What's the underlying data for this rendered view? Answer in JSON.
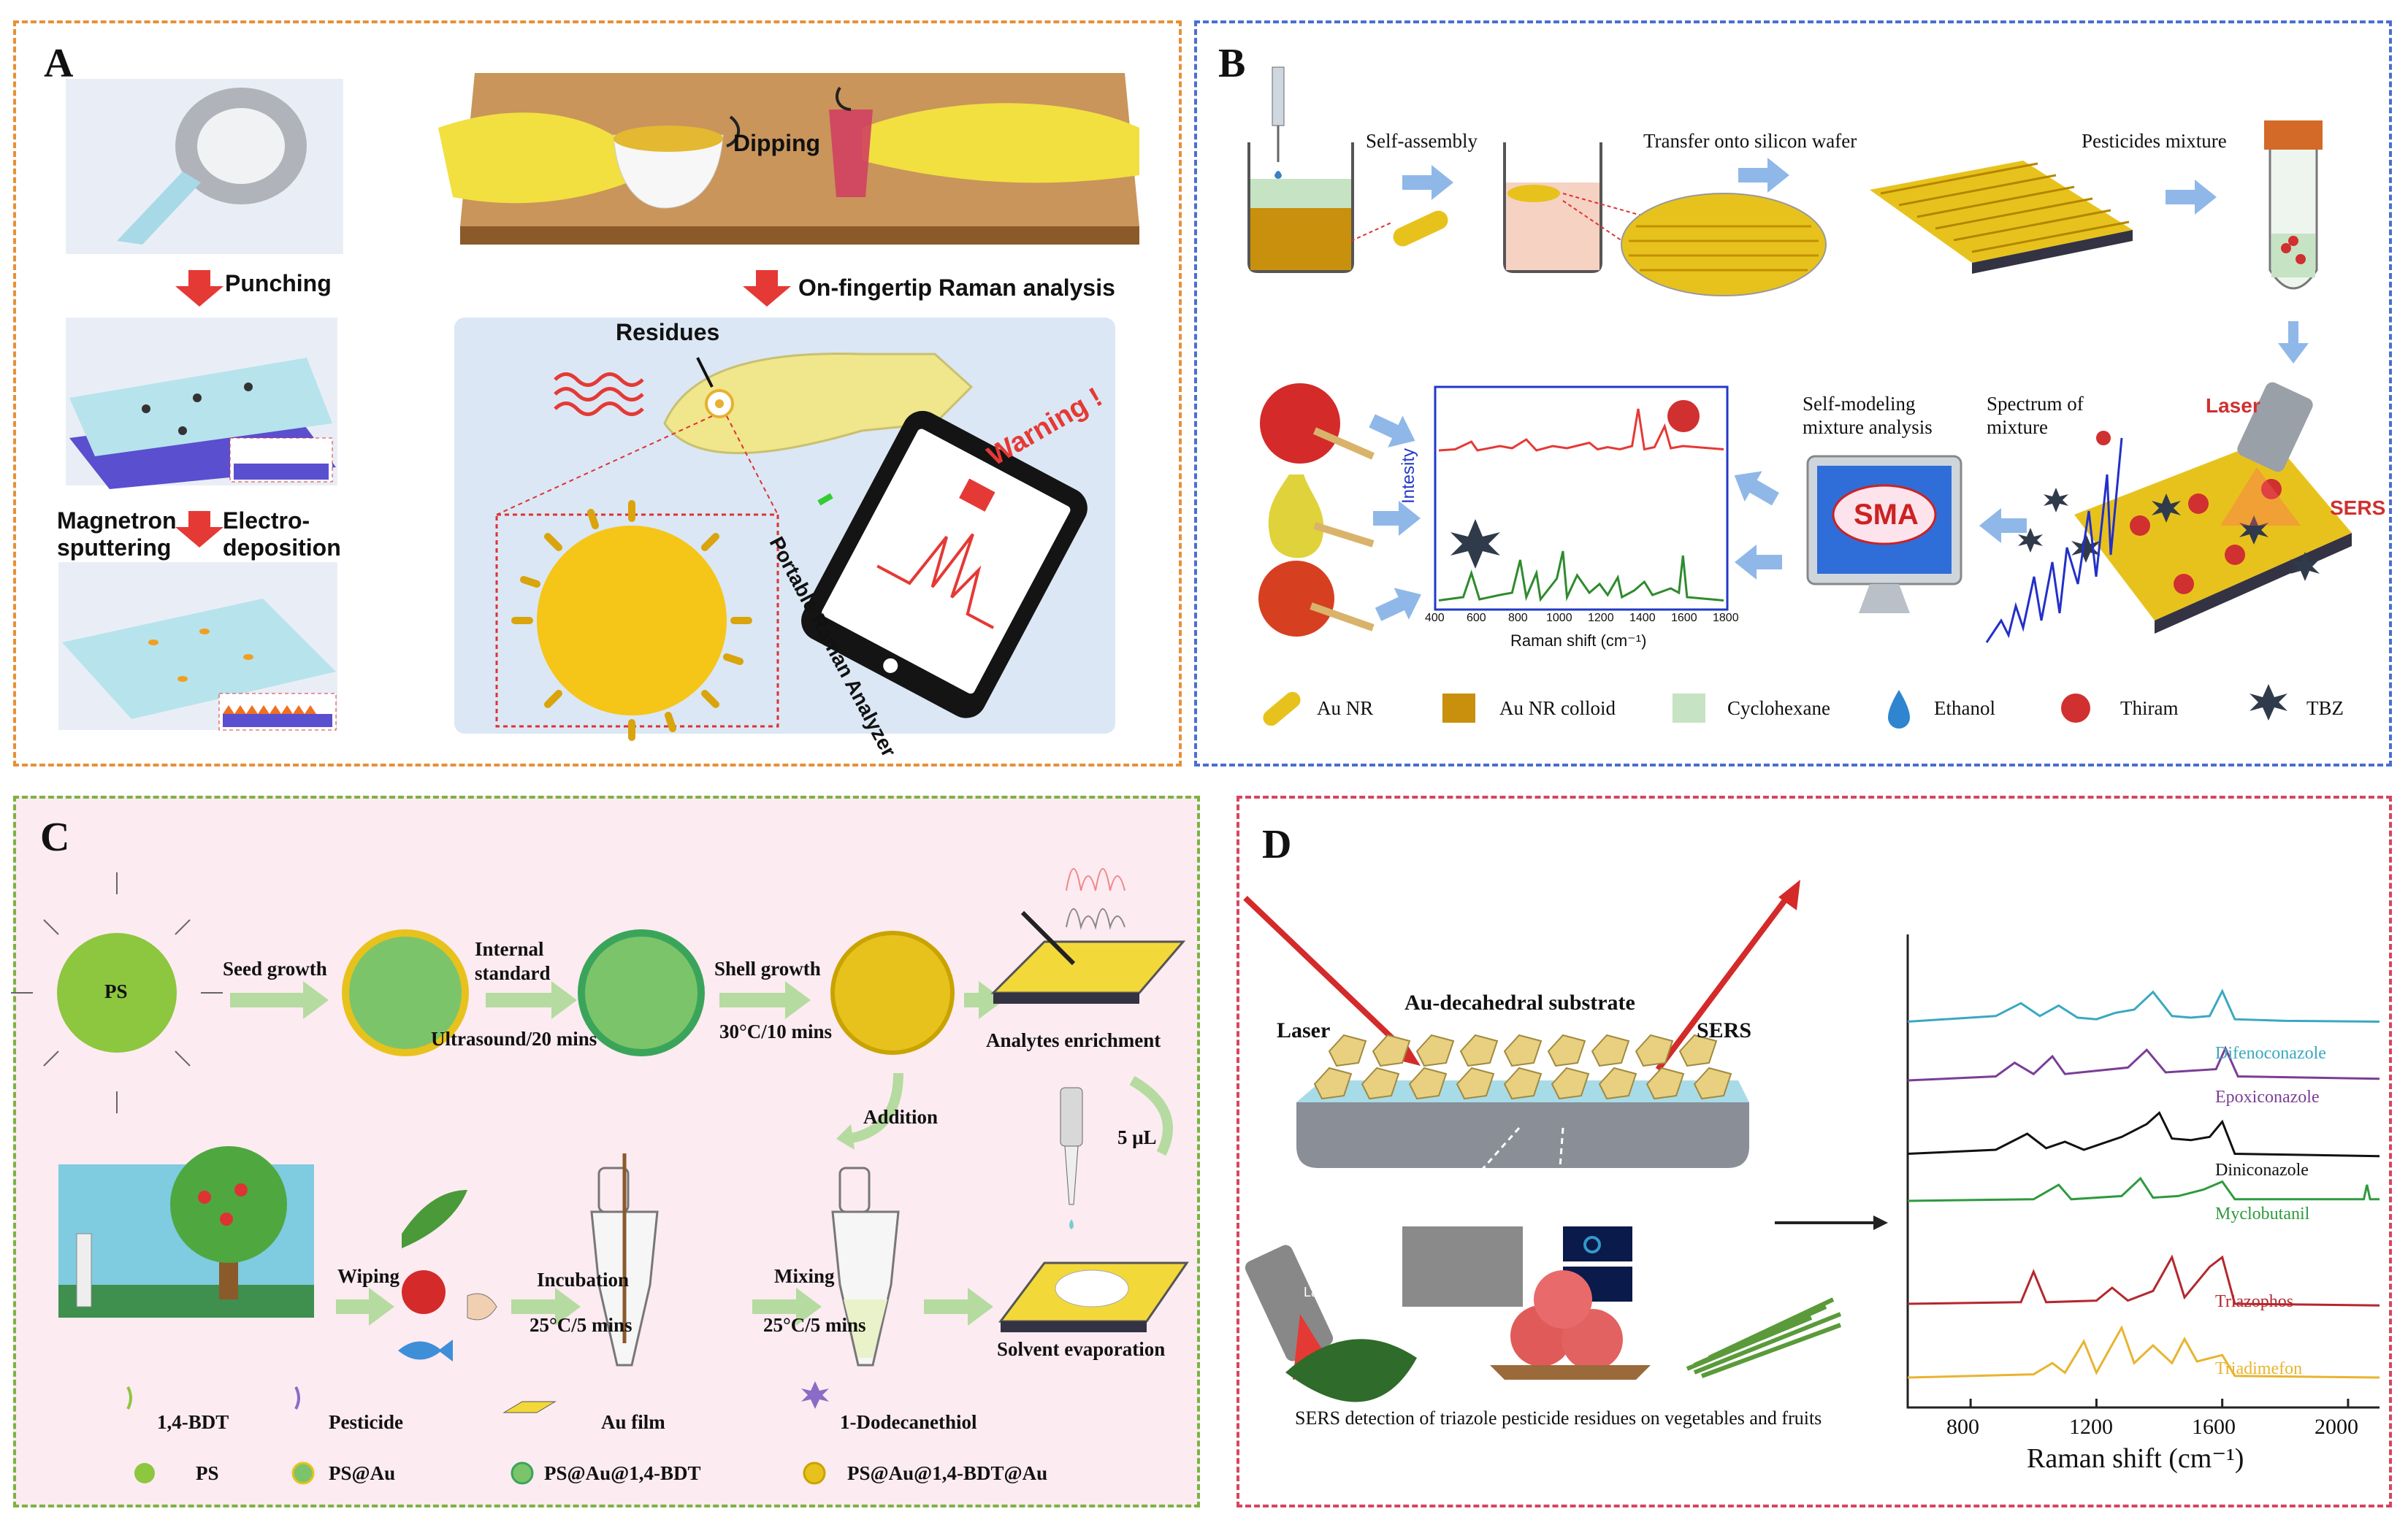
{
  "colors": {
    "panel_a_border": "#e69138",
    "panel_b_border": "#4a6fd1",
    "panel_c_border": "#7cb342",
    "panel_d_border": "#d64560",
    "gold": "#e8c21c",
    "red_arrow": "#e53935",
    "light_blue_arrow": "#8fb8e8",
    "light_green_arrow": "#b5dba0"
  },
  "panel_a": {
    "label": "A",
    "punching": "Punching",
    "magnetron": "Magnetron",
    "sputtering": "sputtering",
    "electro": "Electro-",
    "deposition": "deposition",
    "dipping": "Dipping",
    "on_fingertip": "On-fingertip Raman analysis",
    "residues": "Residues",
    "warning": "Warning !",
    "portable": "Portable Raman Analyzer"
  },
  "panel_b": {
    "label": "B",
    "self_assembly": "Self-assembly",
    "transfer": "Transfer onto silicon wafer",
    "pesticides_mixture": "Pesticides mixture",
    "laser": "Laser",
    "sers": "SERS",
    "self_modeling_1": "Self-modeling",
    "self_modeling_2": "mixture analysis",
    "spectrum_of_1": "Spectrum of",
    "spectrum_of_2": "mixture",
    "sma": "SMA",
    "y_label": "Intesity",
    "x_label": "Raman shift (cm⁻¹)",
    "x_ticks": [
      "400",
      "600",
      "800",
      "1000",
      "1200",
      "1400",
      "1600",
      "1800"
    ],
    "legend": [
      {
        "name": "Au NR",
        "icon": "rod-icon"
      },
      {
        "name": "Au NR colloid",
        "icon": "square-icon"
      },
      {
        "name": "Cyclohexane",
        "icon": "square-icon"
      },
      {
        "name": "Ethanol",
        "icon": "drop-icon"
      },
      {
        "name": "Thiram",
        "icon": "sphere-icon"
      },
      {
        "name": "TBZ",
        "icon": "star-icon"
      }
    ]
  },
  "panel_c": {
    "label": "C",
    "ps": "PS",
    "seed_growth": "Seed growth",
    "internal_1": "Internal",
    "internal_2": "standard",
    "ultrasound": "Ultrasound/20 mins",
    "shell_growth": "Shell growth",
    "shell_cond": "30°C/10 mins",
    "analytes": "Analytes enrichment",
    "addition": "Addition",
    "five_ul": "5 μL",
    "wiping": "Wiping",
    "incubation": "Incubation",
    "incubation_cond": "25°C/5 mins",
    "mixing": "Mixing",
    "mixing_cond": "25°C/5 mins",
    "solvent": "Solvent evaporation",
    "legend": [
      "1,4-BDT",
      "Pesticide",
      "Au film",
      "1-Dodecanethiol",
      "PS",
      "PS@Au",
      "PS@Au@1,4-BDT",
      "PS@Au@1,4-BDT@Au"
    ]
  },
  "panel_d": {
    "label": "D",
    "laser": "Laser",
    "substrate": "Au-decahedral substrate",
    "sers": "SERS",
    "laser_device": "Laser",
    "caption": "SERS detection of triazole pesticide residues on vegetables and fruits",
    "x_label": "Raman shift (cm⁻¹)",
    "x_ticks": [
      "800",
      "1200",
      "1600",
      "2000"
    ]
  },
  "chart_data": [
    {
      "type": "line",
      "panel": "B",
      "xlabel": "Raman shift (cm⁻¹)",
      "ylabel": "Intesity",
      "xlim": [
        400,
        1800
      ],
      "x_ticks": [
        400,
        600,
        800,
        1000,
        1200,
        1400,
        1600,
        1800
      ],
      "series": [
        {
          "color": "#e53935",
          "points": [
            [
              400,
              0.62
            ],
            [
              480,
              0.63
            ],
            [
              560,
              0.7
            ],
            [
              590,
              0.62
            ],
            [
              700,
              0.66
            ],
            [
              760,
              0.64
            ],
            [
              830,
              0.72
            ],
            [
              880,
              0.62
            ],
            [
              960,
              0.66
            ],
            [
              1030,
              0.64
            ],
            [
              1140,
              0.69
            ],
            [
              1180,
              0.63
            ],
            [
              1230,
              0.65
            ],
            [
              1290,
              0.63
            ],
            [
              1350,
              0.66
            ],
            [
              1380,
              1.0
            ],
            [
              1410,
              0.63
            ],
            [
              1460,
              0.65
            ],
            [
              1510,
              0.84
            ],
            [
              1540,
              0.64
            ],
            [
              1600,
              0.66
            ],
            [
              1800,
              0.63
            ]
          ]
        },
        {
          "color": "#2e8b2e",
          "points": [
            [
              400,
              0.05
            ],
            [
              520,
              0.08
            ],
            [
              560,
              0.3
            ],
            [
              600,
              0.06
            ],
            [
              700,
              0.1
            ],
            [
              760,
              0.12
            ],
            [
              800,
              0.42
            ],
            [
              830,
              0.08
            ],
            [
              880,
              0.3
            ],
            [
              900,
              0.06
            ],
            [
              980,
              0.25
            ],
            [
              1010,
              0.5
            ],
            [
              1030,
              0.08
            ],
            [
              1080,
              0.28
            ],
            [
              1140,
              0.12
            ],
            [
              1190,
              0.2
            ],
            [
              1230,
              0.1
            ],
            [
              1280,
              0.26
            ],
            [
              1300,
              0.08
            ],
            [
              1360,
              0.14
            ],
            [
              1410,
              0.22
            ],
            [
              1450,
              0.1
            ],
            [
              1540,
              0.16
            ],
            [
              1580,
              0.12
            ],
            [
              1600,
              0.46
            ],
            [
              1620,
              0.08
            ],
            [
              1800,
              0.05
            ]
          ]
        }
      ]
    },
    {
      "type": "line",
      "panel": "D",
      "xlabel": "Raman shift (cm⁻¹)",
      "xlim": [
        600,
        2100
      ],
      "x_ticks": [
        800,
        1200,
        1600,
        2000
      ],
      "series": [
        {
          "name": "Difenoconazole",
          "color": "#3aa8c1",
          "points": [
            [
              600,
              0.55
            ],
            [
              880,
              0.62
            ],
            [
              960,
              0.78
            ],
            [
              1020,
              0.62
            ],
            [
              1080,
              0.75
            ],
            [
              1140,
              0.6
            ],
            [
              1200,
              0.58
            ],
            [
              1260,
              0.66
            ],
            [
              1320,
              0.7
            ],
            [
              1380,
              0.92
            ],
            [
              1440,
              0.62
            ],
            [
              1500,
              0.6
            ],
            [
              1560,
              0.62
            ],
            [
              1600,
              0.93
            ],
            [
              1640,
              0.58
            ],
            [
              1800,
              0.56
            ],
            [
              2100,
              0.55
            ]
          ]
        },
        {
          "name": "Epoxiconazole",
          "color": "#7a3e96",
          "points": [
            [
              600,
              0.5
            ],
            [
              880,
              0.55
            ],
            [
              940,
              0.72
            ],
            [
              1000,
              0.58
            ],
            [
              1060,
              0.8
            ],
            [
              1100,
              0.58
            ],
            [
              1200,
              0.62
            ],
            [
              1300,
              0.66
            ],
            [
              1360,
              0.88
            ],
            [
              1420,
              0.6
            ],
            [
              1500,
              0.62
            ],
            [
              1580,
              0.64
            ],
            [
              1610,
              0.9
            ],
            [
              1650,
              0.55
            ],
            [
              2100,
              0.52
            ]
          ]
        },
        {
          "name": "Diniconazole",
          "color": "#111111",
          "points": [
            [
              600,
              0.45
            ],
            [
              880,
              0.5
            ],
            [
              980,
              0.7
            ],
            [
              1040,
              0.52
            ],
            [
              1100,
              0.6
            ],
            [
              1160,
              0.5
            ],
            [
              1220,
              0.58
            ],
            [
              1280,
              0.66
            ],
            [
              1360,
              0.82
            ],
            [
              1400,
              0.96
            ],
            [
              1440,
              0.64
            ],
            [
              1500,
              0.62
            ],
            [
              1560,
              0.66
            ],
            [
              1600,
              0.85
            ],
            [
              1640,
              0.45
            ],
            [
              2100,
              0.42
            ]
          ]
        },
        {
          "name": "Myclobutanil",
          "color": "#2e9a3e",
          "points": [
            [
              600,
              0.5
            ],
            [
              1000,
              0.52
            ],
            [
              1080,
              0.7
            ],
            [
              1120,
              0.52
            ],
            [
              1280,
              0.56
            ],
            [
              1340,
              0.78
            ],
            [
              1380,
              0.54
            ],
            [
              1460,
              0.56
            ],
            [
              1540,
              0.64
            ],
            [
              1600,
              0.74
            ],
            [
              1640,
              0.52
            ],
            [
              2050,
              0.52
            ],
            [
              2060,
              0.7
            ],
            [
              2070,
              0.52
            ],
            [
              2100,
              0.52
            ]
          ]
        },
        {
          "name": "Triazophos",
          "color": "#b3282e",
          "points": [
            [
              600,
              0.4
            ],
            [
              960,
              0.42
            ],
            [
              1000,
              0.8
            ],
            [
              1040,
              0.42
            ],
            [
              1200,
              0.44
            ],
            [
              1250,
              0.6
            ],
            [
              1300,
              0.44
            ],
            [
              1380,
              0.56
            ],
            [
              1440,
              0.98
            ],
            [
              1480,
              0.48
            ],
            [
              1560,
              0.86
            ],
            [
              1600,
              0.98
            ],
            [
              1640,
              0.4
            ],
            [
              2100,
              0.38
            ]
          ]
        },
        {
          "name": "Triadimefon",
          "color": "#e8b430",
          "points": [
            [
              600,
              0.3
            ],
            [
              1000,
              0.34
            ],
            [
              1060,
              0.48
            ],
            [
              1100,
              0.36
            ],
            [
              1160,
              0.75
            ],
            [
              1200,
              0.36
            ],
            [
              1280,
              0.92
            ],
            [
              1320,
              0.48
            ],
            [
              1380,
              0.7
            ],
            [
              1440,
              0.48
            ],
            [
              1480,
              0.78
            ],
            [
              1520,
              0.5
            ],
            [
              1600,
              0.58
            ],
            [
              1640,
              0.32
            ],
            [
              2100,
              0.3
            ]
          ]
        }
      ]
    }
  ]
}
